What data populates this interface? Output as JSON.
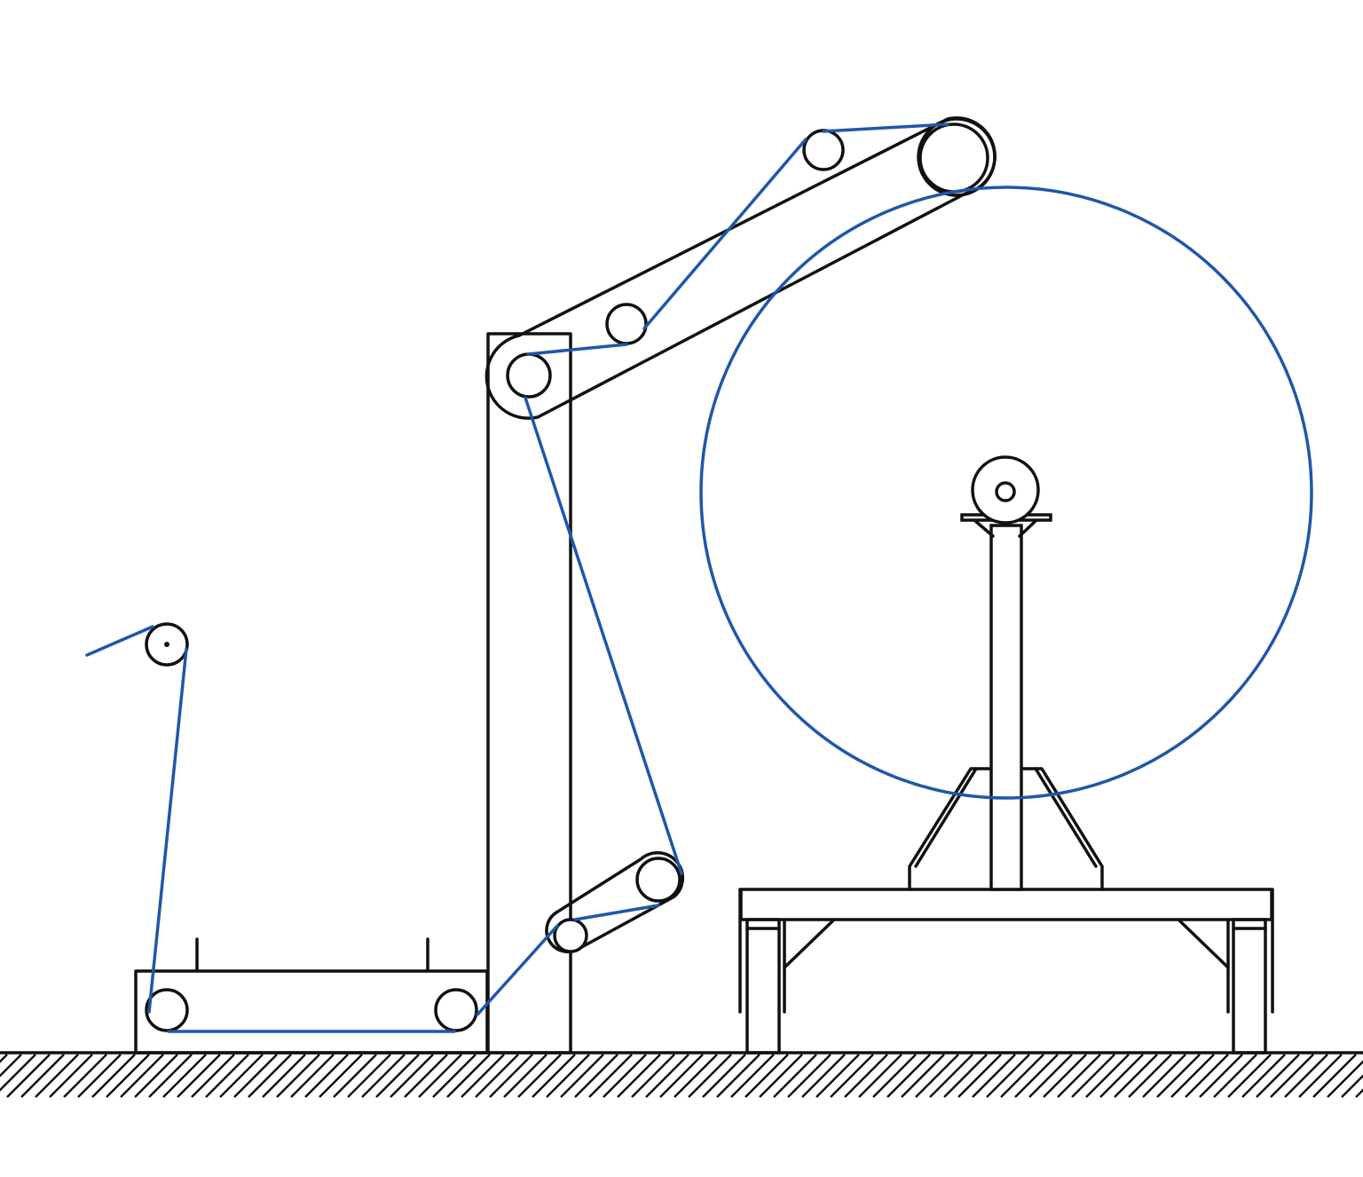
{
  "diagram": {
    "colors": {
      "background": "#ffffff",
      "frame": "#111111",
      "web": "#1f57a8"
    },
    "components": [
      "ground-hatch",
      "left-low-frame",
      "left-guide-roller",
      "vertical-column",
      "top-swing-arm",
      "lower-dancer-arm",
      "unwind-stand-table",
      "spindle-pedestal",
      "unwind-roll"
    ]
  }
}
